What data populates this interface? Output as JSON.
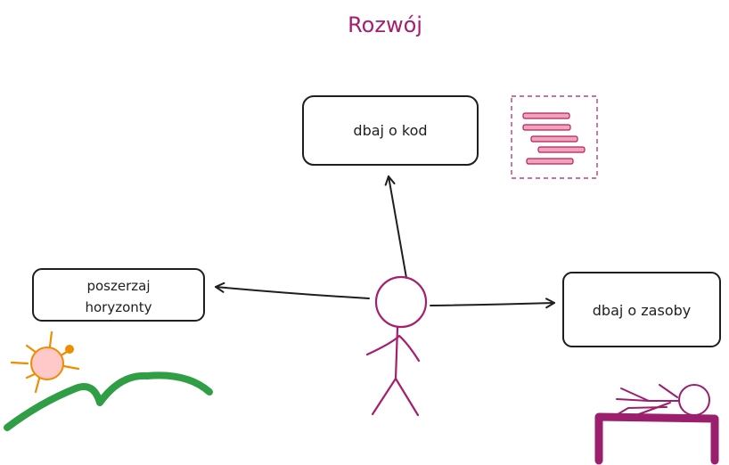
{
  "title": "Rozwój",
  "nodes": {
    "top": {
      "label": "dbaj o kod"
    },
    "left": {
      "label_lines": [
        "poszerzaj",
        "horyzonty"
      ]
    },
    "right": {
      "label": "dbaj o zasoby"
    }
  },
  "colors": {
    "title": "#a61e6e",
    "stroke": "#1e1e1e",
    "person": "#a61e6e",
    "code_icon_fill": "#f1a3bd",
    "code_icon_stroke": "#b3205a",
    "sun_fill": "#ffc9c9",
    "sun_stroke": "#f08c00",
    "hill": "#2f9e44",
    "bed": "#9c1f6e"
  },
  "icons": {
    "top": "code-lines-icon",
    "left": "sun-over-hills-icon",
    "right": "person-resting-in-bed-icon",
    "center": "stick-figure-person-icon"
  }
}
